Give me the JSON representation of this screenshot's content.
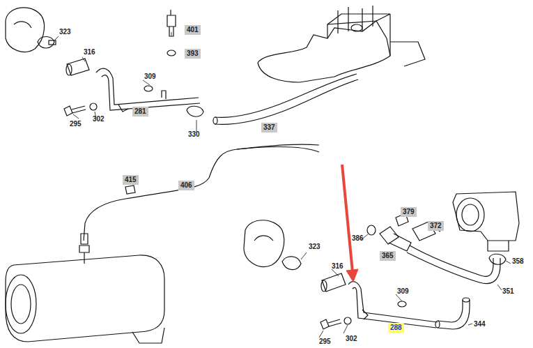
{
  "diagram": {
    "nodes": [
      {
        "text": [
          "401"
        ]
      },
      {
        "text": [
          "393"
        ]
      },
      {
        "text": [
          "281"
        ]
      },
      {
        "text": [
          "337"
        ]
      },
      {
        "text": [
          "415"
        ]
      },
      {
        "text": [
          "406"
        ]
      },
      {
        "text": [
          "379"
        ]
      },
      {
        "text": [
          "372"
        ]
      },
      {
        "text": [
          "365"
        ]
      },
      {
        "text": [
          "288"
        ]
      }
    ],
    "edges": [],
    "labels": [
      "323",
      "316",
      "309",
      "295",
      "302",
      "330",
      "386",
      "358",
      "323",
      "316",
      "309",
      "302",
      "295",
      "351",
      "344"
    ]
  }
}
